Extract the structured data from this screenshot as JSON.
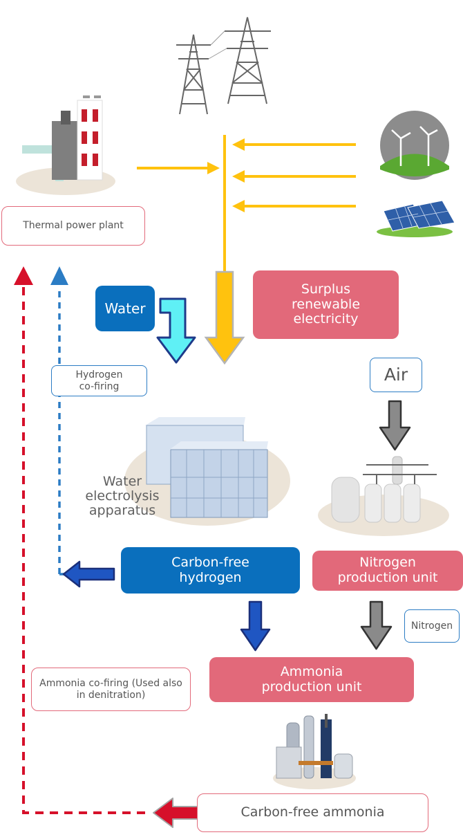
{
  "labels": {
    "thermal_power_plant": "Thermal power plant",
    "surplus_renewable_electricity": "Surplus renewable electricity",
    "water": "Water",
    "hydrogen_cofiring": "Hydrogen co-firing",
    "air": "Air",
    "water_electrolysis_apparatus": "Water electrolysis apparatus",
    "carbon_free_hydrogen": "Carbon-free hydrogen",
    "nitrogen_production_unit": "Nitrogen production unit",
    "nitrogen": "Nitrogen",
    "ammonia_cofiring": "Ammonia co-firing (Used also in denitration)",
    "ammonia_production_unit": "Ammonia production unit",
    "carbon_free_ammonia": "Carbon-free ammonia"
  },
  "colors": {
    "electricity": "#ffc20e",
    "pink_box": "#e2697a",
    "hydrogen_blue": "#0a6fbd",
    "water_cyan": "#5ff0f5",
    "ammonia_red": "#d6102a",
    "dotted_blue": "#2b7cc4",
    "gray_arrow": "#8a8a8a"
  },
  "icons": [
    "power-tower-icon",
    "thermal-plant-icon",
    "wind-turbine-icon",
    "solar-panel-icon",
    "electrolysis-apparatus-icon",
    "nitrogen-unit-icon",
    "ammonia-plant-icon"
  ]
}
